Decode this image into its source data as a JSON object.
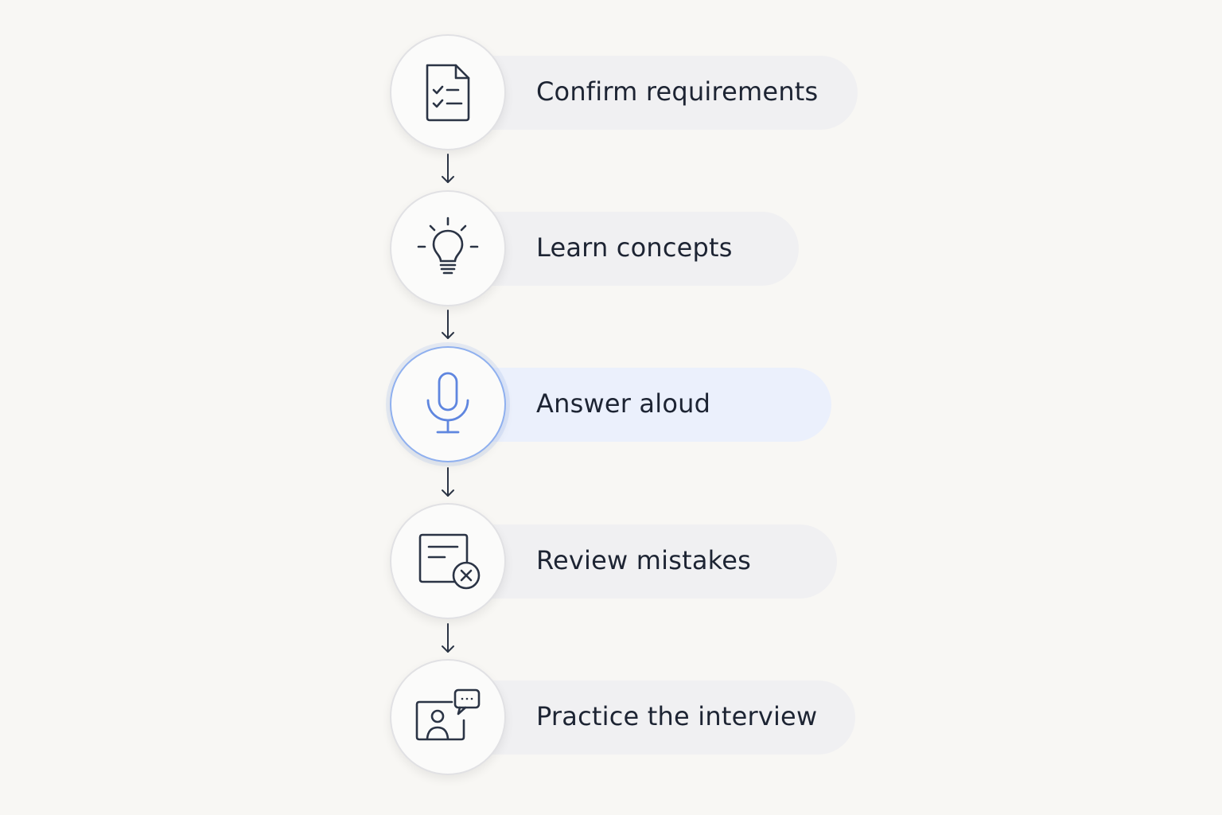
{
  "steps": [
    {
      "label": "Confirm requirements",
      "icon": "checklist-document-icon"
    },
    {
      "label": "Learn concepts",
      "icon": "lightbulb-icon"
    },
    {
      "label": "Answer aloud",
      "icon": "microphone-icon",
      "active": true
    },
    {
      "label": "Review mistakes",
      "icon": "document-error-icon"
    },
    {
      "label": "Practice the interview",
      "icon": "video-interview-chat-icon"
    }
  ],
  "colors": {
    "background": "#f8f7f4",
    "text": "#1d2433",
    "icon_stroke": "#2b3445",
    "accent": "#5f86df",
    "accent_pill": "#ebf0fc",
    "pill": "#f0f0f2"
  }
}
